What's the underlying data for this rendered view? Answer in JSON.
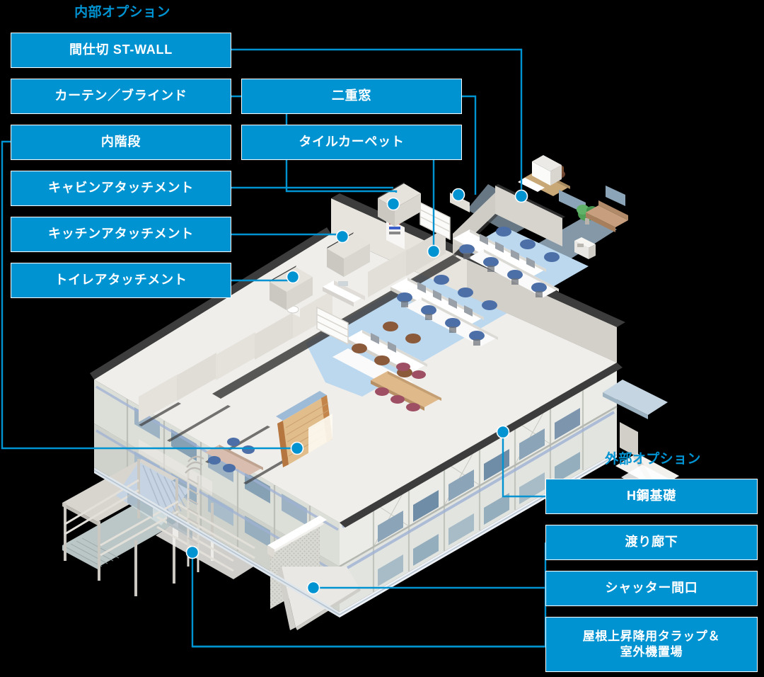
{
  "colors": {
    "accent": "#0093d2",
    "box_fill": "#0093d2",
    "box_border": "#ffffff",
    "label_text": "#ffffff",
    "background": "#000000",
    "connector": "#0093d2",
    "floor_blue": "#bcd8ef",
    "wall_light": "#efece7",
    "wall_gray": "#c9c7c2",
    "roof_edge": "#3c3c3c",
    "chair_blue": "#4d6fa8",
    "chair_brown": "#8a5a3b",
    "chair_magenta": "#9e4f63",
    "sofa_tan": "#c79f7e",
    "stairs_wood": "#c89a63",
    "facade": "#dcded8",
    "glass": "#7d96ad"
  },
  "interior": {
    "title": "内部オプション",
    "options": [
      {
        "label": "間仕切 ST-WALL"
      },
      {
        "label": "カーテン／ブラインド"
      },
      {
        "label": "内階段"
      },
      {
        "label": "キャビンアタッチメント"
      },
      {
        "label": "キッチンアタッチメント"
      },
      {
        "label": "トイレアタッチメント"
      }
    ],
    "options_col2": [
      {
        "label": "二重窓"
      },
      {
        "label": "タイルカーペット"
      }
    ]
  },
  "exterior": {
    "title": "外部オプション",
    "options": [
      {
        "label": "H鋼基礎"
      },
      {
        "label": "渡り廊下"
      },
      {
        "label": "シャッター間口"
      },
      {
        "label": "屋根上昇降用タラップ＆\n室外機置場"
      }
    ]
  },
  "illustration": {
    "name": "isometric-cutaway-office-building",
    "description": "アイソメトリック断面図 2階建てユニット建築 オフィス内装"
  }
}
